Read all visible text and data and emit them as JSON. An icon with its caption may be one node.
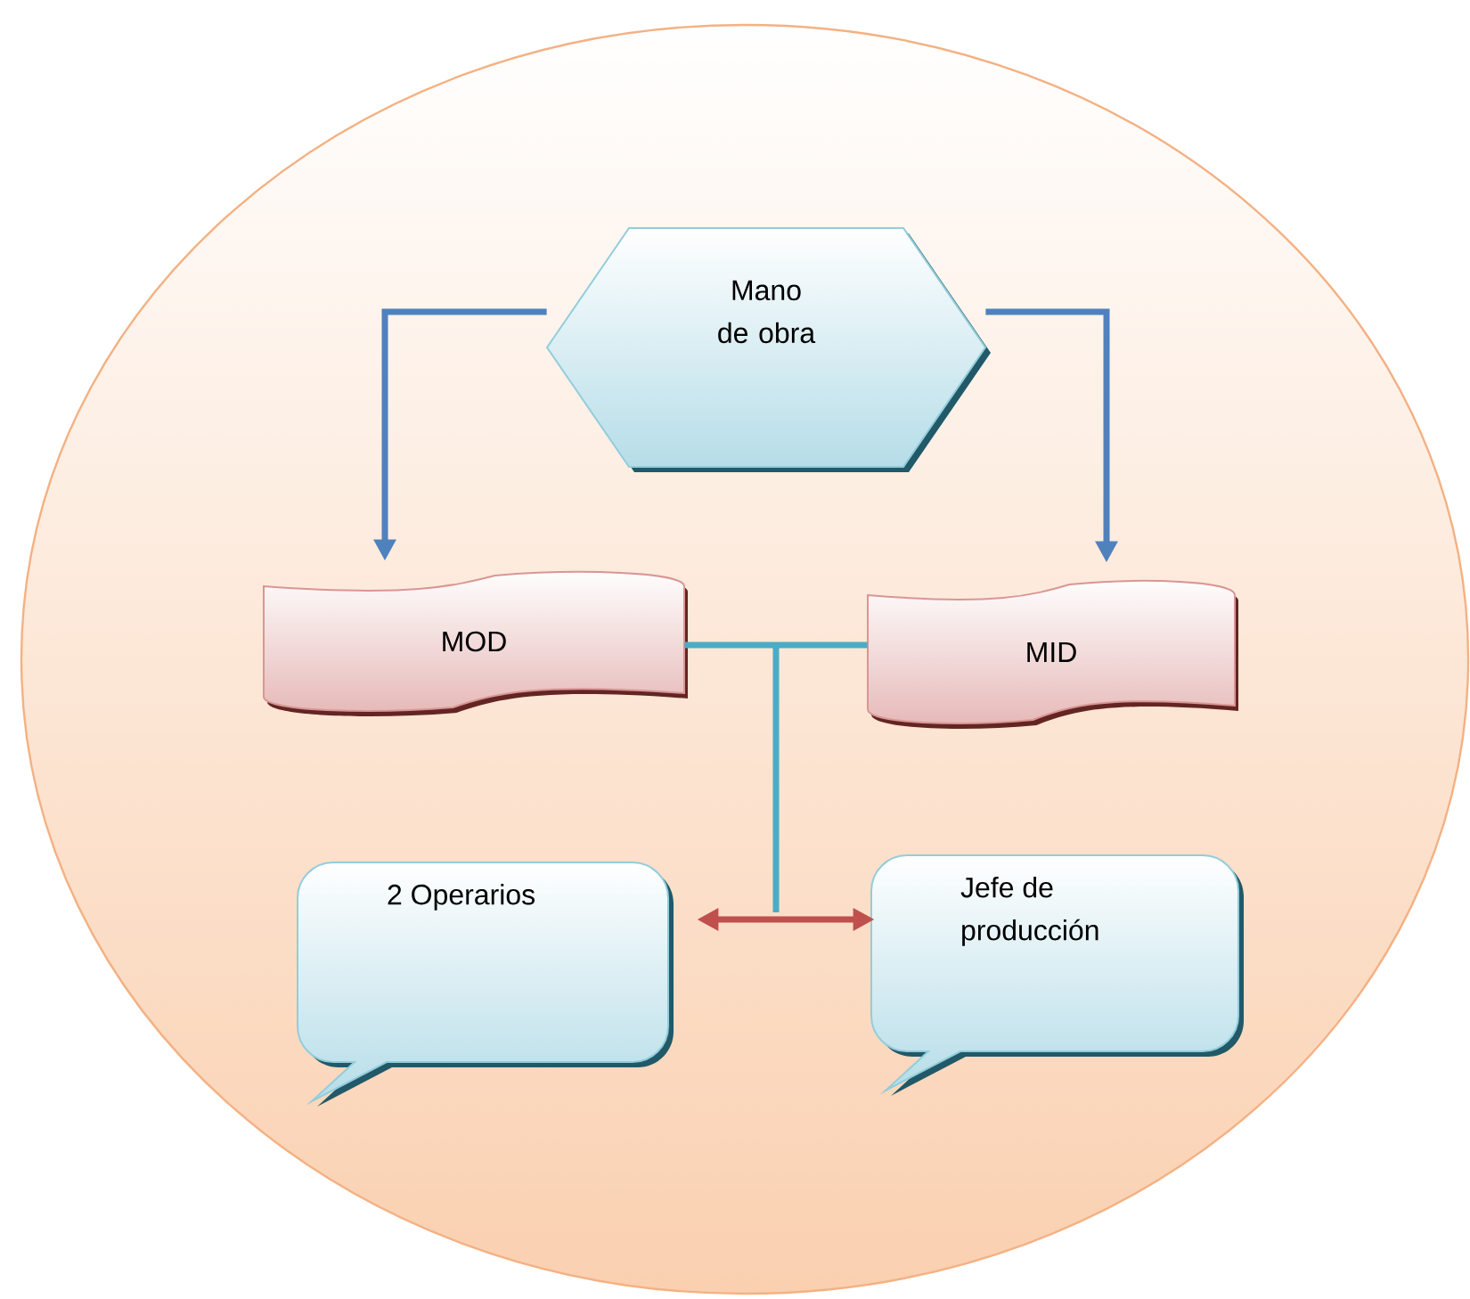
{
  "diagram": {
    "nodes": [
      {
        "text": [],
        "shape": "ellipse"
      },
      {
        "text": [
          "Mano de obra"
        ],
        "in": 0
      },
      {
        "text": [
          "MOD"
        ],
        "in": 0
      },
      {
        "text": [
          "MID"
        ],
        "in": 0
      },
      {
        "text": [
          "2 Operarios"
        ],
        "in": 0
      },
      {
        "text": [
          "Jefe de producción"
        ],
        "in": 0
      }
    ],
    "edges": [
      {
        "from": 1,
        "to": 2,
        "arrow": "to"
      },
      {
        "from": 1,
        "to": 3,
        "arrow": "to"
      },
      {
        "from": 2,
        "to": 3,
        "arrow": "none",
        "color": "#4bacc6"
      },
      {
        "from": 4,
        "to": 5,
        "arrow": "both",
        "color": "#c0504d"
      }
    ]
  }
}
